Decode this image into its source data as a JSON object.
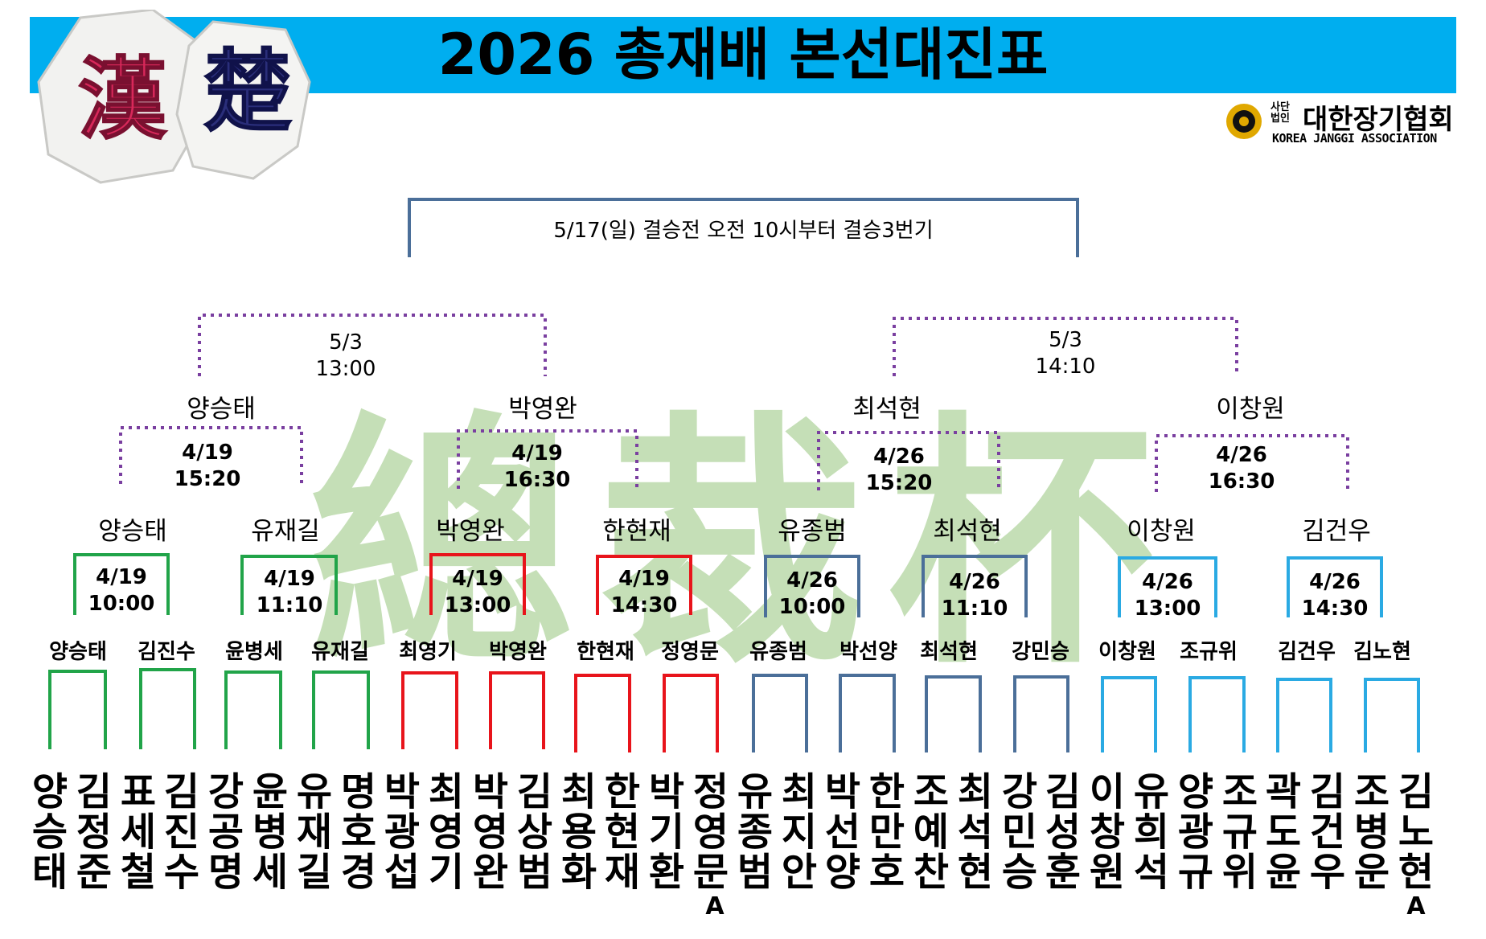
{
  "header": {
    "title": "2026 총재배 본선대진표",
    "logo_pieces": [
      "漢",
      "楚"
    ],
    "association": {
      "name_ko": "대한장기협회",
      "name_en": "KOREA JANGGI ASSOCIATION",
      "prefix_line1": "사단",
      "prefix_line2": "법인"
    }
  },
  "watermark": "總裁杯",
  "final": {
    "note": "5/17(일) 결승전 오전 10시부터 결승3번기"
  },
  "semis": [
    {
      "date": "5/3",
      "time": "13:00",
      "players": [
        "양승태",
        "박영완"
      ]
    },
    {
      "date": "5/3",
      "time": "14:10",
      "players": [
        "최석현",
        "이창원"
      ]
    }
  ],
  "quarters": [
    {
      "date": "4/19",
      "time": "15:20",
      "players": [
        "양승태",
        "유재길"
      ]
    },
    {
      "date": "4/19",
      "time": "16:30",
      "players": [
        "박영완",
        "한현재"
      ]
    },
    {
      "date": "4/26",
      "time": "15:20",
      "players": [
        "유종범",
        "최석현"
      ]
    },
    {
      "date": "4/26",
      "time": "16:30",
      "players": [
        "이창원",
        "김건우"
      ]
    }
  ],
  "round16": [
    {
      "date": "4/19",
      "time": "10:00",
      "players": [
        "양승태",
        "김진수"
      ],
      "color": "#21a449"
    },
    {
      "date": "4/19",
      "time": "11:10",
      "players": [
        "윤병세",
        "유재길"
      ],
      "color": "#21a449"
    },
    {
      "date": "4/19",
      "time": "13:00",
      "players": [
        "최영기",
        "박영완"
      ],
      "color": "#e8141b"
    },
    {
      "date": "4/19",
      "time": "14:30",
      "players": [
        "한현재",
        "정영문"
      ],
      "color": "#e8141b"
    },
    {
      "date": "4/26",
      "time": "10:00",
      "players": [
        "유종범",
        "박선양"
      ],
      "color": "#4b6f99"
    },
    {
      "date": "4/26",
      "time": "11:10",
      "players": [
        "최석현",
        "강민승"
      ],
      "color": "#4b6f99"
    },
    {
      "date": "4/26",
      "time": "13:00",
      "players": [
        "이창원",
        "조규위"
      ],
      "color": "#2aaae3"
    },
    {
      "date": "4/26",
      "time": "14:30",
      "players": [
        "김건우",
        "김노현"
      ],
      "color": "#2aaae3"
    }
  ],
  "players": [
    "양승태",
    "김정준",
    "표세철",
    "김진수",
    "강공명",
    "윤병세",
    "유재길",
    "명호경",
    "박광섭",
    "최영기",
    "박영완",
    "김상범",
    "최용화",
    "한현재",
    "박기환",
    "정영문",
    "유종범",
    "최지안",
    "박선양",
    "한만호",
    "조예찬",
    "최석현",
    "강민승",
    "김성훈",
    "이창원",
    "유희석",
    "양광규",
    "조규위",
    "곽도윤",
    "김건우",
    "조병운",
    "김노현"
  ],
  "seed_marks": [
    {
      "player": "정영문",
      "mark": "A"
    },
    {
      "player": "김노현",
      "mark": "A"
    }
  ],
  "colors": {
    "banner": "#00aeef",
    "final_bracket": "#4b6f99",
    "dotted_bracket": "#7a3fa0",
    "watermark": "#c5dfb7",
    "green": "#21a449",
    "red": "#e8141b",
    "navy": "#4b6f99",
    "sky": "#2aaae3"
  }
}
